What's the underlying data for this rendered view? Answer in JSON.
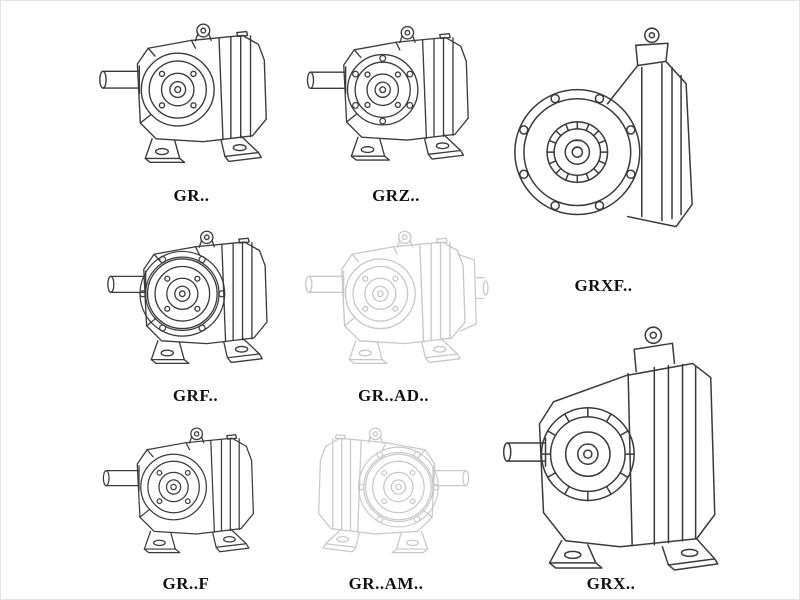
{
  "colors": {
    "background": "#ffffff",
    "line_dark": "#3b3b3b",
    "line_light": "#c8c8c8",
    "label_text": "#111111",
    "border": "#e3e3e3"
  },
  "items": [
    {
      "id": "gr",
      "label": "GR..",
      "style": "dark",
      "drawing": "foot-mounted-helical-gear-unit"
    },
    {
      "id": "grz",
      "label": "GRZ..",
      "style": "dark",
      "drawing": "foot-mounted-helical-gear-unit-bolted-cover"
    },
    {
      "id": "grxf",
      "label": "GRXF..",
      "style": "dark",
      "drawing": "flange-mounted-helical-gear-unit-front-flange"
    },
    {
      "id": "grf",
      "label": "GRF..",
      "style": "dark",
      "drawing": "flange-mounted-helical-gear-unit"
    },
    {
      "id": "gr-ad",
      "label": "GR..AD..",
      "style": "light",
      "drawing": "helical-gear-unit-with-input-adapter"
    },
    {
      "id": "gr-f",
      "label": "GR..F",
      "style": "dark",
      "drawing": "foot-mounted-helical-gear-unit"
    },
    {
      "id": "gr-am",
      "label": "GR..AM..",
      "style": "light",
      "drawing": "helical-gear-unit-with-motor-adapter-flange"
    },
    {
      "id": "grx",
      "label": "GRX..",
      "style": "dark",
      "drawing": "foot-mounted-helical-gear-unit-large"
    }
  ]
}
